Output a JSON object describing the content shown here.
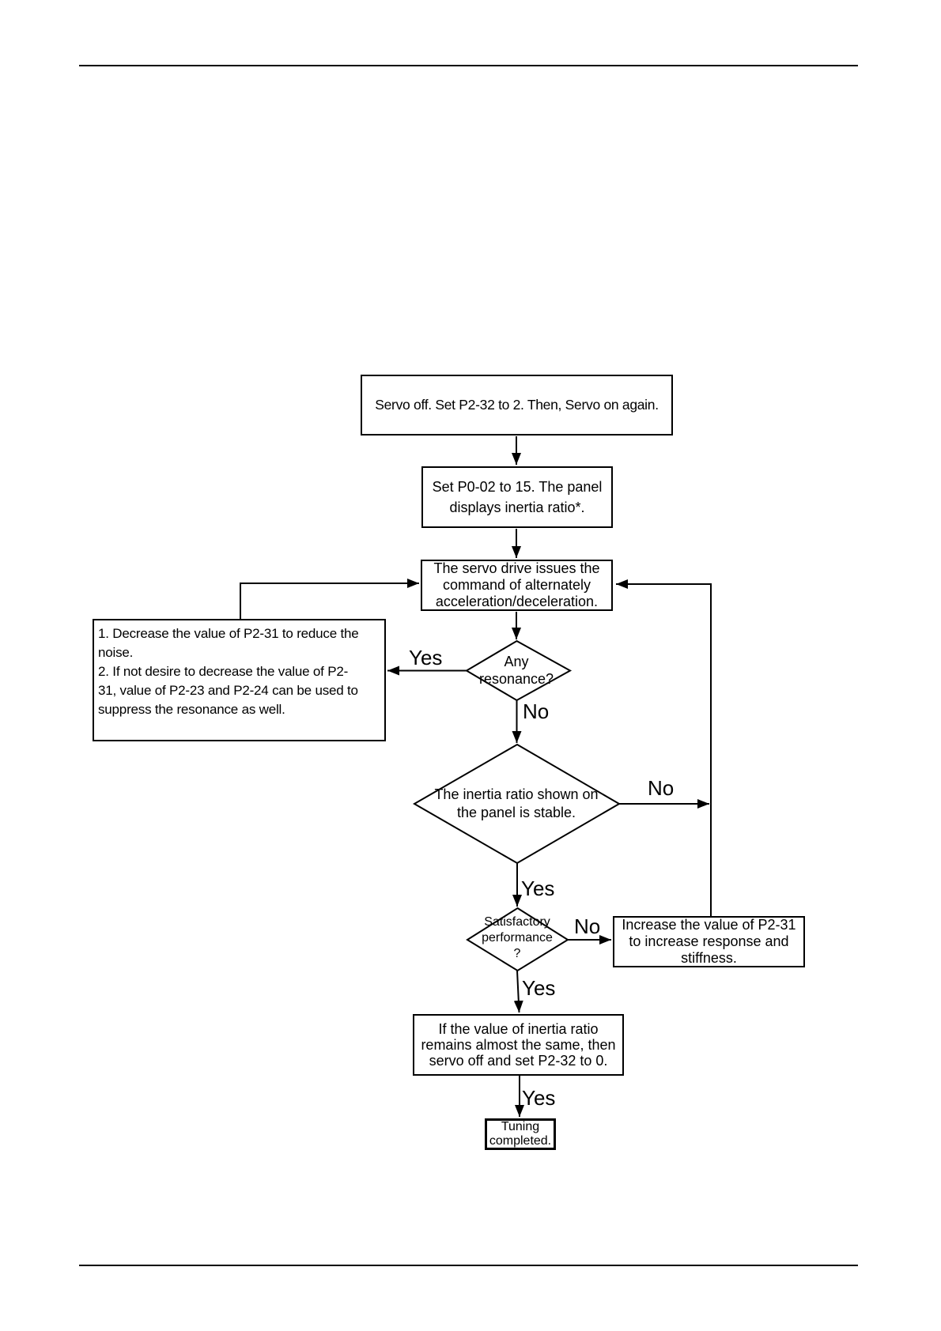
{
  "page": {
    "background": "#ffffff",
    "ink": "#000000"
  },
  "flowchart": {
    "nodes": {
      "servo_off": "Servo off. Set P2-32 to 2. Then, Servo on again.",
      "set_p002": "Set P0-02 to 15. The panel\ndisplays inertia ratio*.",
      "issue_command": "The servo drive issues the\ncommand of alternately\nacceleration/deceleration.",
      "decrease_noise": "1. Decrease the value of P2-31 to reduce the\nnoise.\n2. If not desire to decrease the value of P2-\n31, value of P2-23 and P2-24 can be used to\nsuppress the resonance as well.",
      "any_resonance": "Any\nresonance?",
      "inertia_stable": "The inertia ratio shown on\nthe panel is stable.",
      "satisfactory_performance": "Satisfactory\nperformance\n?",
      "increase_stiffness": "Increase the value of P2-31\nto increase response and\nstiffness.",
      "inertia_same": "If the value of inertia ratio\nremains almost the same, then\nservo off and set P2-32 to 0.",
      "tuning_completed": "Tuning\ncompleted."
    },
    "labels": {
      "any_resonance_yes": "Yes",
      "any_resonance_no": "No",
      "inertia_stable_no": "No",
      "inertia_stable_yes": "Yes",
      "satisfactory_no": "No",
      "satisfactory_yes": "Yes",
      "final_yes": "Yes"
    }
  }
}
